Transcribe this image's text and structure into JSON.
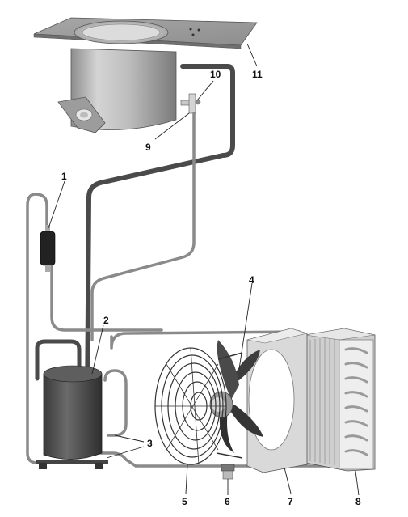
{
  "labels": {
    "l1": "1",
    "l2": "2",
    "l3": "3",
    "l4": "4",
    "l5": "5",
    "l6": "6",
    "l7": "7",
    "l8": "8",
    "l9": "9",
    "l10": "10",
    "l11": "11"
  }
}
